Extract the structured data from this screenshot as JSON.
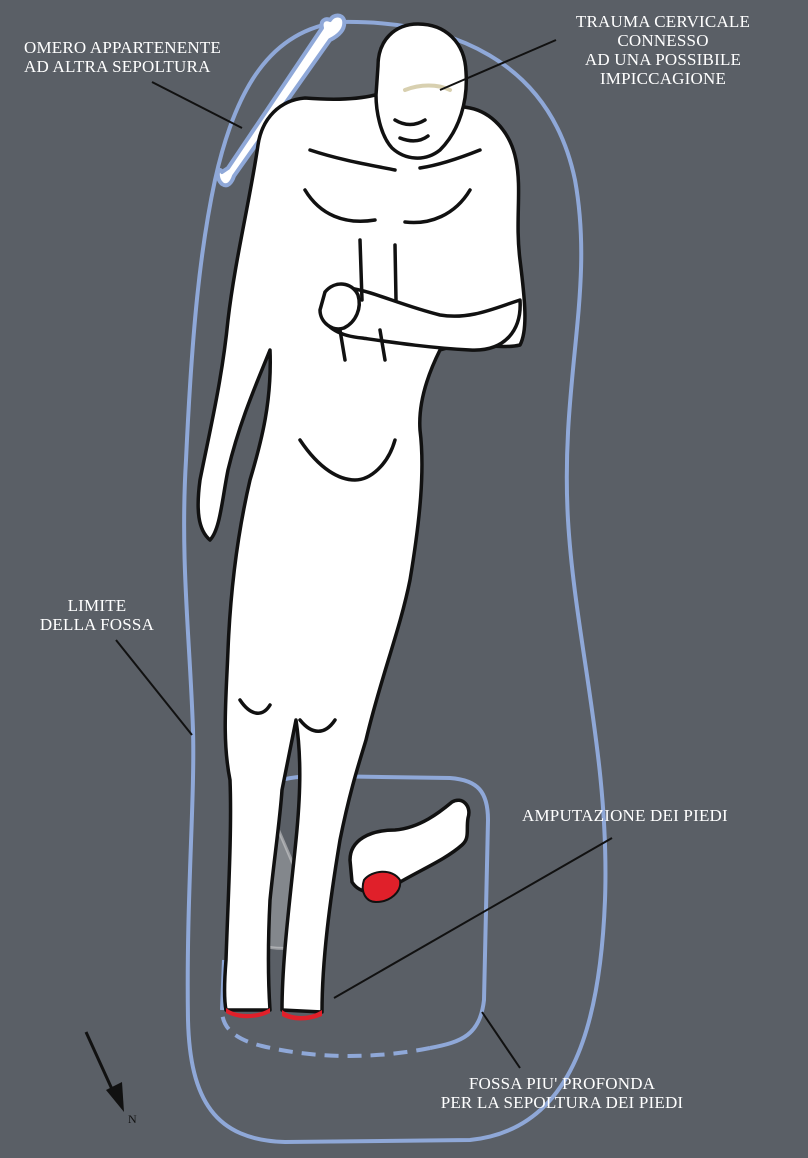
{
  "labels": {
    "omero": [
      "OMERO APPARTENENTE",
      "AD ALTRA SEPOLTURA"
    ],
    "trauma": [
      "TRAUMA CERVICALE",
      "CONNESSO",
      "AD UNA POSSIBILE",
      "IMPICCAGIONE"
    ],
    "limite": [
      "LIMITE",
      "DELLA FOSSA"
    ],
    "amputazione": [
      "AMPUTAZIONE DEI PIEDI"
    ],
    "fossa_profonda": [
      "FOSSA PIU' PROFONDA",
      "PER LA SEPOLTURA DEI PIEDI"
    ],
    "north": "N"
  },
  "colors": {
    "background": "#5a5f66",
    "body_fill": "#ffffff",
    "body_outline": "#111111",
    "pit_outline": "#8fa8d8",
    "amputation": "#e0202a",
    "leader_line": "#111111",
    "label_text": "#ffffff"
  },
  "icons": {
    "north_arrow": "arrow-south-east-icon"
  }
}
